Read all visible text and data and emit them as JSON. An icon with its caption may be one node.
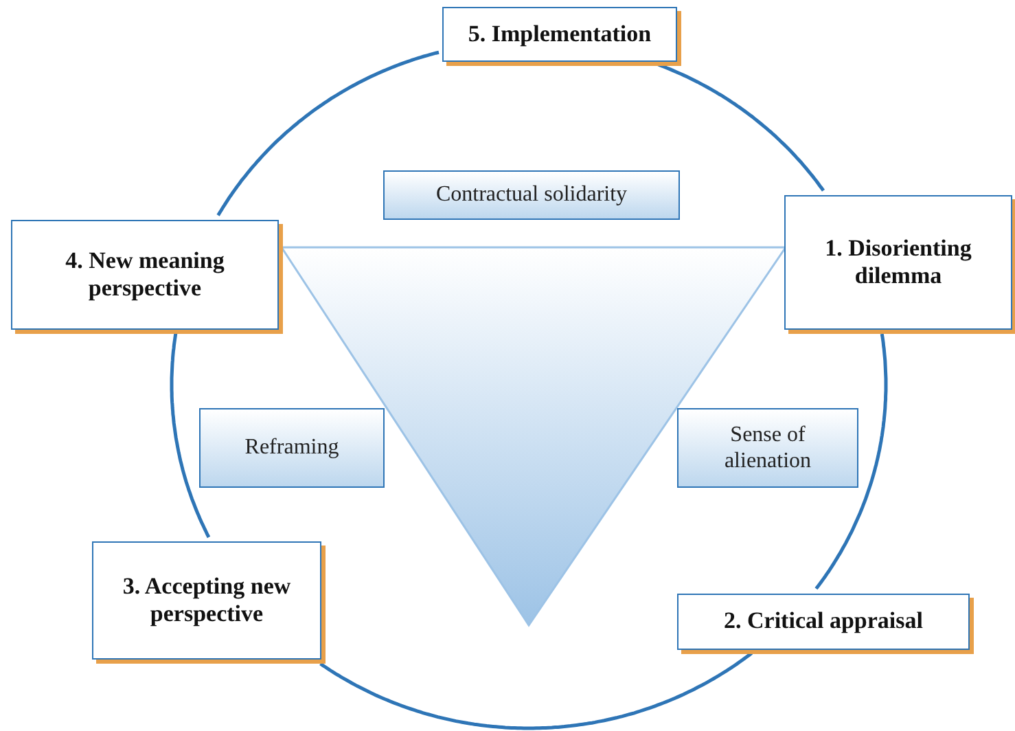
{
  "diagram": {
    "nodes": [
      {
        "text": [
          "5. Implementation"
        ]
      },
      {
        "text": [
          "Contractual solidarity"
        ]
      },
      {
        "text": [
          "4. New meaning perspective"
        ]
      },
      {
        "text": [
          "1. Disorienting dilemma"
        ]
      },
      {
        "text": [
          "Reframing"
        ]
      },
      {
        "text": [
          "Sense of alienation"
        ]
      },
      {
        "text": [
          "3. Accepting new perspective"
        ]
      },
      {
        "text": [
          "2. Critical appraisal"
        ]
      },
      {
        "text": [],
        "shape": "triangle"
      }
    ],
    "edges": [
      {
        "from": 0,
        "to": 3,
        "arrow": "none"
      },
      {
        "from": 3,
        "to": 7,
        "arrow": "none"
      },
      {
        "from": 7,
        "to": 6,
        "arrow": "none"
      },
      {
        "from": 6,
        "to": 2,
        "arrow": "none"
      },
      {
        "from": 2,
        "to": 0,
        "arrow": "none"
      }
    ]
  }
}
